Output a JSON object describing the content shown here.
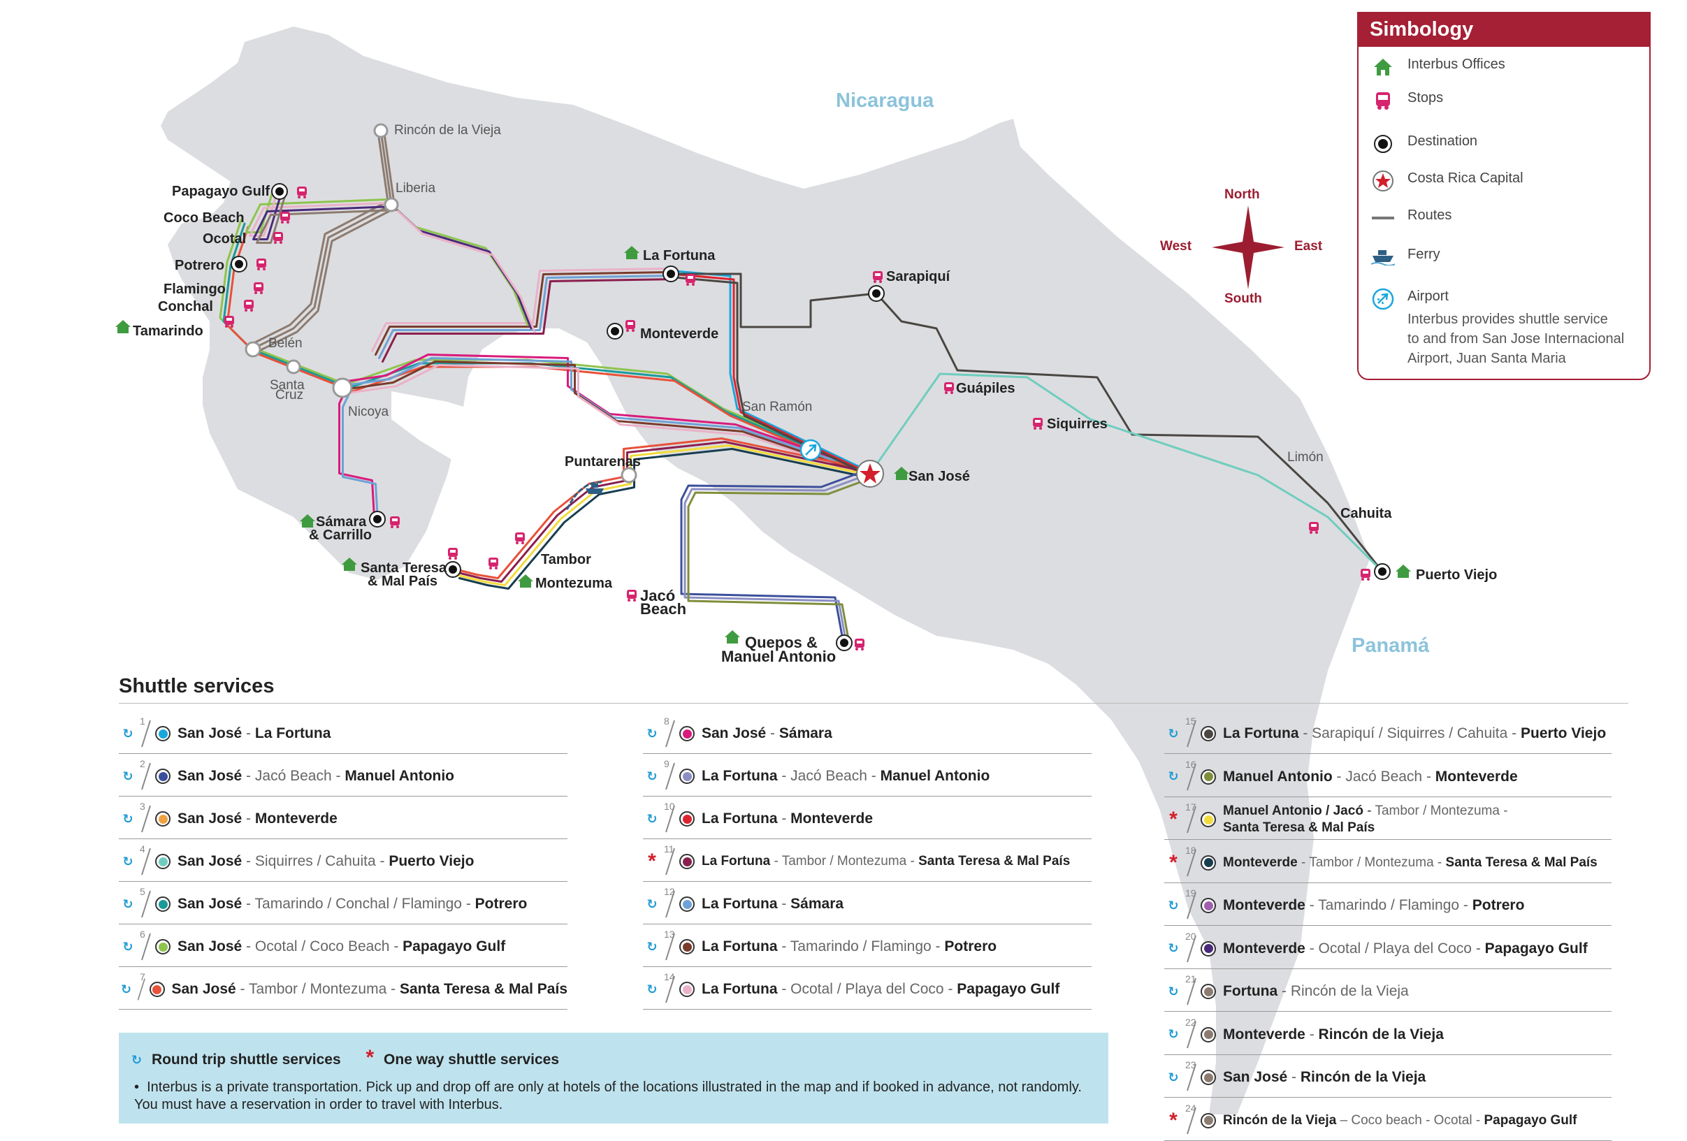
{
  "map": {
    "countries": {
      "north": "Nicaragua",
      "south": "Panamá"
    },
    "compass": {
      "north": "North",
      "south": "South",
      "east": "East",
      "west": "West"
    },
    "places": {
      "rincon_de_la_vieja": "Rincón de la Vieja",
      "liberia": "Liberia",
      "papagayo_gulf": "Papagayo Gulf",
      "coco_beach": "Coco Beach",
      "ocotal": "Ocotal",
      "potrero": "Potrero",
      "flamingo": "Flamingo",
      "conchal": "Conchal",
      "tamarindo": "Tamarindo",
      "belen": "Belén",
      "santa_cruz_1": "Santa",
      "santa_cruz_2": "Cruz",
      "nicoya": "Nicoya",
      "la_fortuna": "La Fortuna",
      "monteverde": "Monteverde",
      "sarapiqui": "Sarapiquí",
      "guapiles": "Guápiles",
      "siquirres": "Siquirres",
      "limon": "Limón",
      "cahuita": "Cahuita",
      "puerto_viejo": "Puerto Viejo",
      "san_ramon": "San Ramón",
      "san_jose": "San José",
      "puntarenas": "Puntarenas",
      "samara_1": "Sámara",
      "samara_2": "& Carrillo",
      "santa_teresa_1": "Santa Teresa",
      "santa_teresa_2": "& Mal País",
      "tambor": "Tambor",
      "montezuma": "Montezuma",
      "jaco_1": "Jacó",
      "jaco_2": "Beach",
      "quepos_1": "Quepos &",
      "quepos_2": "Manuel Antonio"
    }
  },
  "simbology": {
    "title": "Simbology",
    "items": [
      {
        "label": "Interbus Offices",
        "icon": "office-house-icon"
      },
      {
        "label": "Stops",
        "icon": "bus-stop-icon"
      },
      {
        "label": "Destination",
        "icon": "destination-dot-icon"
      },
      {
        "label": "Costa Rica Capital",
        "icon": "capital-star-icon"
      },
      {
        "label": "Routes",
        "icon": "route-line-icon"
      },
      {
        "label": "Ferry",
        "icon": "ferry-icon"
      },
      {
        "label": "Airport",
        "icon": "airport-icon"
      }
    ],
    "airport_note": [
      "Interbus provides shuttle service",
      "to and from San Jose Internacional",
      "Airport, Juan Santa Maria"
    ]
  },
  "colors": {
    "accent": "#a51f35",
    "round_trip": "#1f9bd4",
    "one_way": "#d21f2c",
    "office": "#3f9b3f",
    "stop": "#d6246e",
    "land": "#dcdde0",
    "country_label": "#8cc3db"
  },
  "shuttle": {
    "title": "Shuttle services",
    "services": [
      {
        "num": "1",
        "type": "round",
        "color": "#1aa7dc",
        "a": "San José",
        "mid": "",
        "b": "La Fortuna"
      },
      {
        "num": "2",
        "type": "round",
        "color": "#3c4f9c",
        "a": "San José",
        "mid": "Jacó Beach",
        "b": "Manuel Antonio"
      },
      {
        "num": "3",
        "type": "round",
        "color": "#f0a243",
        "a": "San José",
        "mid": "",
        "b": "Monteverde"
      },
      {
        "num": "4",
        "type": "round",
        "color": "#6fcdbf",
        "a": "San José",
        "mid": "Siquirres / Cahuita",
        "b": "Puerto Viejo"
      },
      {
        "num": "5",
        "type": "round",
        "color": "#1a9a99",
        "a": "San José",
        "mid": "Tamarindo / Conchal / Flamingo",
        "b": "Potrero"
      },
      {
        "num": "6",
        "type": "round",
        "color": "#8dc44d",
        "a": "San José",
        "mid": "Ocotal / Coco Beach",
        "b": "Papagayo Gulf"
      },
      {
        "num": "7",
        "type": "round",
        "color": "#e8513a",
        "a": "San José",
        "mid": "Tambor / Montezuma",
        "b": "Santa Teresa &  Mal País"
      },
      {
        "num": "8",
        "type": "round",
        "color": "#d81b7c",
        "a": "San José",
        "mid": "",
        "b": "Sámara"
      },
      {
        "num": "9",
        "type": "round",
        "color": "#8b8fc3",
        "a": "La Fortuna",
        "mid": "Jacó Beach",
        "b": "Manuel Antonio"
      },
      {
        "num": "10",
        "type": "round",
        "color": "#dc2430",
        "a": "La Fortuna",
        "mid": "",
        "b": "Monteverde"
      },
      {
        "num": "11",
        "type": "oneway",
        "color": "#8a1f4e",
        "a": "La Fortuna",
        "mid": "Tambor / Montezuma",
        "b": "Santa Teresa &  Mal País"
      },
      {
        "num": "12",
        "type": "round",
        "color": "#6ea1d6",
        "a": "La Fortuna",
        "mid": "",
        "b": "Sámara"
      },
      {
        "num": "13",
        "type": "round",
        "color": "#7a3b2c",
        "a": "La Fortuna",
        "mid": "Tamarindo / Flamingo",
        "b": "Potrero"
      },
      {
        "num": "14",
        "type": "round",
        "color": "#eab1c8",
        "a": "La Fortuna",
        "mid": "Ocotal / Playa del Coco",
        "b": "Papagayo Gulf"
      },
      {
        "num": "15",
        "type": "round",
        "color": "#4a4642",
        "a": "La Fortuna",
        "mid": "Sarapiquí / Siquirres / Cahuita",
        "b": "Puerto Viejo"
      },
      {
        "num": "16",
        "type": "round",
        "color": "#7f8e3b",
        "a": "Manuel Antonio",
        "mid": "Jacó Beach",
        "b": "Monteverde"
      },
      {
        "num": "17",
        "type": "oneway",
        "color": "#f2db3c",
        "a": "Manuel Antonio / Jacó",
        "mid": "Tambor / Montezuma -",
        "b": "Santa Teresa & Mal País"
      },
      {
        "num": "18",
        "type": "oneway",
        "color": "#173d4f",
        "a": "Monteverde",
        "mid": "Tambor / Montezuma",
        "b": "Santa Teresa & Mal País"
      },
      {
        "num": "19",
        "type": "round",
        "color": "#a15fb0",
        "a": "Monteverde",
        "mid": "Tamarindo / Flamingo",
        "b": "Potrero"
      },
      {
        "num": "20",
        "type": "round",
        "color": "#4b2a7a",
        "a": "Monteverde",
        "mid": "Ocotal / Playa del Coco",
        "b": "Papagayo Gulf"
      },
      {
        "num": "21",
        "type": "round",
        "color": "#8c7b70",
        "a": "Fortuna",
        "mid": "Rincón de la Vieja",
        "b": ""
      },
      {
        "num": "22",
        "type": "round",
        "color": "#8c7b70",
        "a": "Monteverde",
        "mid": "",
        "b": "Rincón de la Vieja"
      },
      {
        "num": "23",
        "type": "round",
        "color": "#8c7b70",
        "a": "San José",
        "mid": "",
        "b": "Rincón de la Vieja"
      },
      {
        "num": "24",
        "type": "oneway",
        "color": "#8c7b70",
        "a": "Rincón de la Vieja",
        "mid": "Coco beach - Ocotal",
        "b": "Papagayo Gulf"
      }
    ]
  },
  "info": {
    "round_trip_label": "Round trip shuttle services",
    "one_way_label": "One way shuttle services",
    "note": "Interbus is a private transportation. Pick up and drop off are only at hotels of the locations illustrated in the map and if booked in advance, not randomly. You must have a reservation in order to travel with Interbus."
  }
}
